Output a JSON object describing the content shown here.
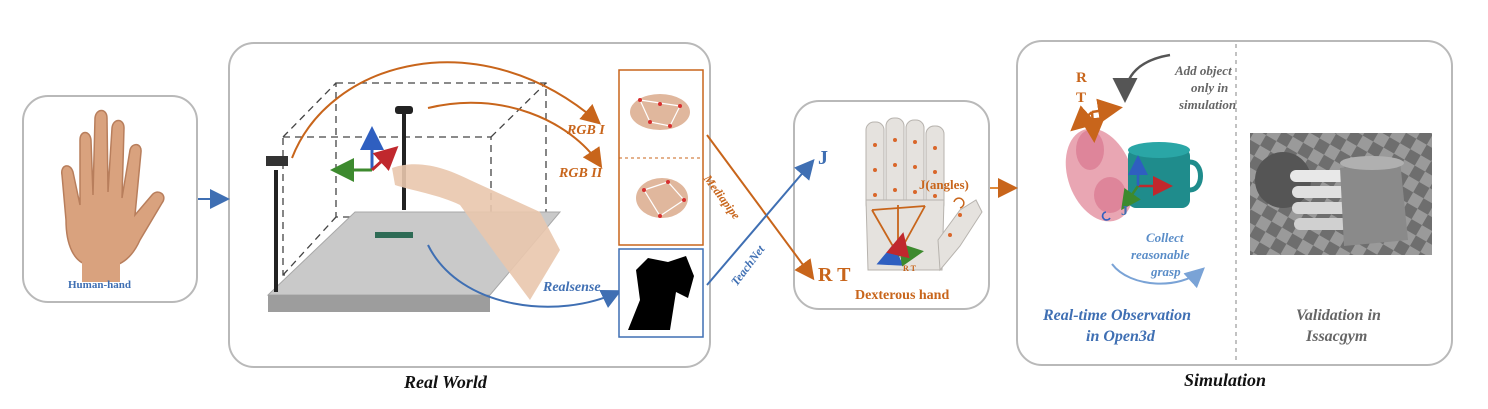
{
  "human_hand": {
    "caption": "Human-hand"
  },
  "real_world": {
    "title": "Real World",
    "rgb1": "RGB I",
    "rgb2": "RGB II",
    "realsense": "Realsense"
  },
  "arrows": {
    "mediapipe": "Mediapipe",
    "teachnet": "TeachNet"
  },
  "dexterous": {
    "j": "J",
    "rt": "R T",
    "j_angles": "J(angles)",
    "rt_small": "R T",
    "caption": "Dexterous hand"
  },
  "simulation": {
    "title": "Simulation",
    "r": "R",
    "t": "T",
    "j": "J",
    "add_object": [
      "Add object",
      "only in",
      "simulation"
    ],
    "collect": [
      "Collect",
      "reasonable",
      "grasp"
    ],
    "open3d": [
      "Real-time Observation",
      "in Open3d"
    ],
    "issac": [
      "Validation in",
      "Issacgym"
    ]
  },
  "colors": {
    "orange": "#c8651b",
    "blue": "#3f6fb3",
    "grey": "#666666",
    "border": "#b9b9b9"
  }
}
